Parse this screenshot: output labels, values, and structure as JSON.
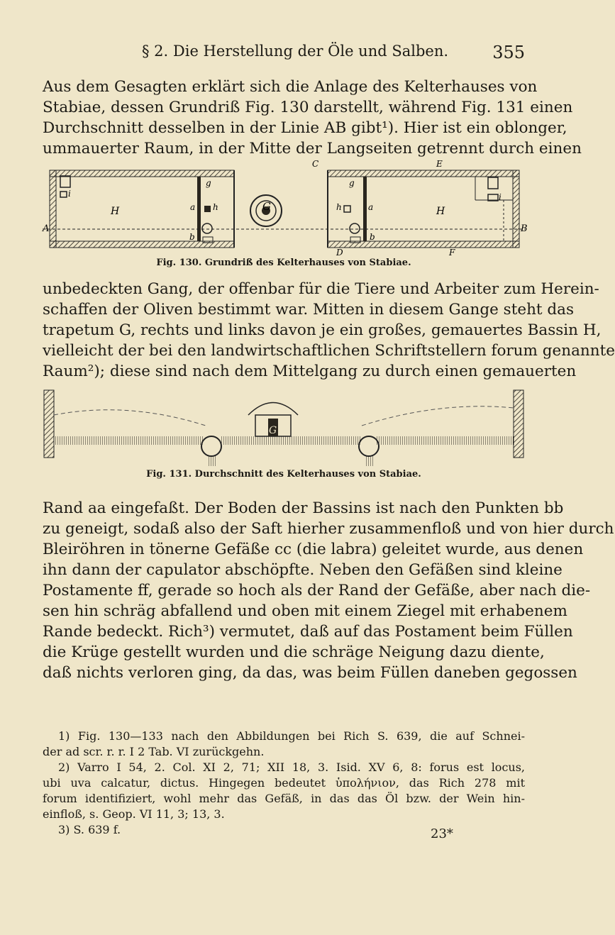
{
  "header": {
    "title": "§ 2. Die Herstellung der Öle und Salben.",
    "page_number": "355"
  },
  "para1": [
    "Aus dem Gesagten erklärt sich die Anlage des Kelterhauses von",
    "Stabiae, dessen Grundriß Fig. 130 darstellt, während Fig. 131 einen",
    "Durchschnitt desselben in der Linie AB gibt¹). Hier ist ein oblonger,",
    "ummauerter Raum, in der Mitte der Langseiten getrennt durch einen"
  ],
  "fig130": {
    "caption": "Fig. 130. Grundriß des Kelterhauses von Stabiae.",
    "labels": {
      "A": "A",
      "B": "B",
      "C": "C",
      "E": "E",
      "D": "D",
      "F": "F",
      "H_left": "H",
      "H_right": "H",
      "G": "G",
      "a_left": "a",
      "a_right": "a",
      "b_left": "b",
      "b_right": "b",
      "h_left": "h",
      "h_right": "h",
      "g_left": "g",
      "g_right": "g",
      "i_left": "i",
      "i_right": "i"
    }
  },
  "para2": [
    "unbedeckten Gang, der offenbar für die Tiere und Arbeiter zum Herein-",
    "schaffen der Oliven bestimmt war. Mitten in diesem Gange steht das",
    "trapetum G, rechts und links davon je ein großes, gemauertes Bassin H,",
    "vielleicht der bei den landwirtschaftlichen Schriftstellern forum genannte",
    "Raum²); diese sind nach dem Mittelgang zu durch einen gemauerten"
  ],
  "fig131": {
    "caption": "Fig. 131. Durchschnitt des Kelterhauses von Stabiae.",
    "labels": {
      "G": "G"
    }
  },
  "para3": [
    "Rand aa eingefaßt. Der Boden der Bassins ist nach den Punkten bb",
    "zu geneigt, sodaß also der Saft hierher zusammenfloß und von hier durch",
    "Bleiröhren in tönerne Gefäße cc (die labra) geleitet wurde, aus denen",
    "ihn dann der capulator abschöpfte. Neben den Gefäßen sind kleine",
    "Postamente ff, gerade so hoch als der Rand der Gefäße, aber nach die-",
    "sen hin schräg abfallend und oben mit einem Ziegel mit erhabenem",
    "Rande bedeckt. Rich³) vermutet, daß auf das Postament beim Füllen",
    "die Krüge gestellt wurden und die schräge Neigung dazu diente,",
    "daß nichts verloren ging, da das, was beim Füllen daneben gegossen"
  ],
  "footnotes": [
    "1) Fig. 130—133 nach den Abbildungen bei Rich S. 639, die auf Schnei-",
    "der ad scr. r. r. I 2 Tab. VI zurückgehn.",
    "2) Varro I 54, 2. Col. XI 2, 71; XII 18, 3. Isid. XV 6, 8: forus est locus,",
    "ubi uva calcatur, dictus. Hingegen bedeutet ὑπολήνιον, das Rich 278 mit",
    "forum identifiziert, wohl mehr das Gefäß, in das das Öl bzw. der Wein hin-",
    "einfloß, s. Geop. VI 11, 3; 13, 3.",
    "3) S. 639 f."
  ],
  "signature": "23*"
}
